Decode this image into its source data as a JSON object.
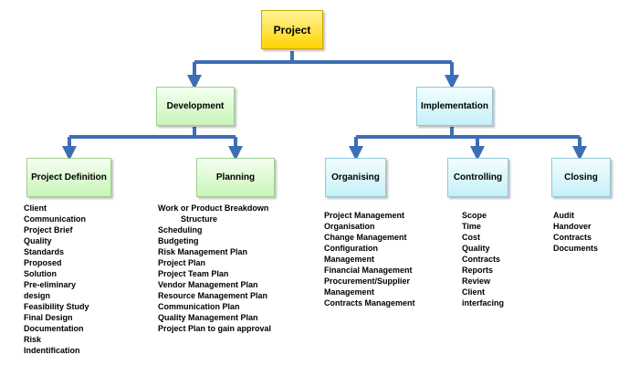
{
  "root": {
    "label": "Project"
  },
  "development": {
    "label": "Development",
    "children": [
      {
        "label": "Project Definition",
        "items": [
          "Client",
          "Communication",
          "Project Brief",
          "Quality",
          "Standards",
          "Proposed",
          "Solution",
          "Pre-eliminary",
          "design",
          "Feasibility Study",
          "Final Design",
          "Documentation",
          "Risk",
          "Indentification"
        ]
      },
      {
        "label": "Planning",
        "items": [
          "Work or Product Breakdown",
          "          Structure",
          "Scheduling",
          "Budgeting",
          "Risk Management Plan",
          "Project Plan",
          "Project Team Plan",
          "Vendor Management Plan",
          "Resource Management Plan",
          "Communication Plan",
          "Quality Management Plan",
          "Project Plan to gain approval"
        ]
      }
    ]
  },
  "implementation": {
    "label": "Implementation",
    "children": [
      {
        "label": "Organising",
        "items": [
          "Project Management",
          "Organisation",
          "Change Management",
          "Configuration",
          "Management",
          "Financial Management",
          "Procurement/Supplier",
          "Management",
          "Contracts Management"
        ]
      },
      {
        "label": "Controlling",
        "items": [
          "Scope",
          "Time",
          "Cost",
          "Quality",
          "Contracts",
          "Reports",
          "Review",
          "Client",
          "interfacing"
        ]
      },
      {
        "label": "Closing",
        "items": [
          "Audit",
          "Handover",
          "Contracts",
          "Documents"
        ]
      }
    ]
  },
  "colors": {
    "connector": "#3d6eb5",
    "root_fill": "#ffd400",
    "dev_fill": "#c8f5b8",
    "impl_fill": "#c6f0f8"
  }
}
